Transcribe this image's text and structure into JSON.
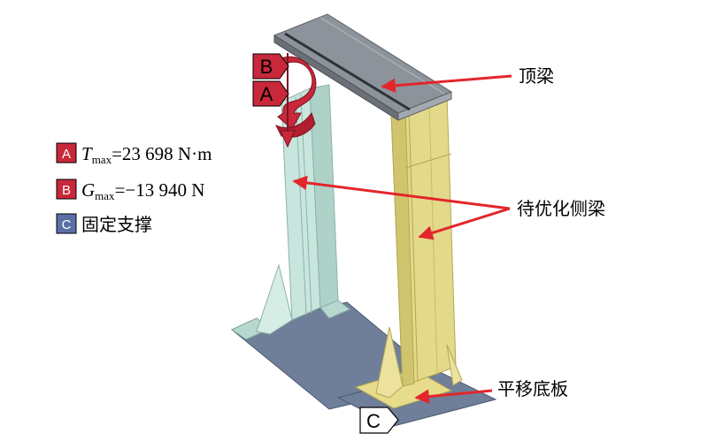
{
  "legend": {
    "item_a": {
      "badge": "A",
      "symbol": "T",
      "subscript": "max",
      "value": "=23 698 N·m",
      "color": "#c8283a"
    },
    "item_b": {
      "badge": "B",
      "symbol": "G",
      "subscript": "max",
      "value": "=−13 940 N",
      "color": "#c8283a"
    },
    "item_c": {
      "badge": "C",
      "text": "固定支撑",
      "color": "#5b6fa6"
    }
  },
  "callouts": {
    "top_beam": "顶梁",
    "side_beam": "待优化侧梁",
    "base_plate": "平移底板"
  },
  "markers": {
    "a": "A",
    "b": "B",
    "c": "C"
  },
  "colors": {
    "arrow": "#e3262b",
    "moment": "#c8283a",
    "left_column": "#c9e6de",
    "right_column": "#e3d98a",
    "base_plate": "#7a8aa6",
    "top_beam": "#8d939a"
  }
}
